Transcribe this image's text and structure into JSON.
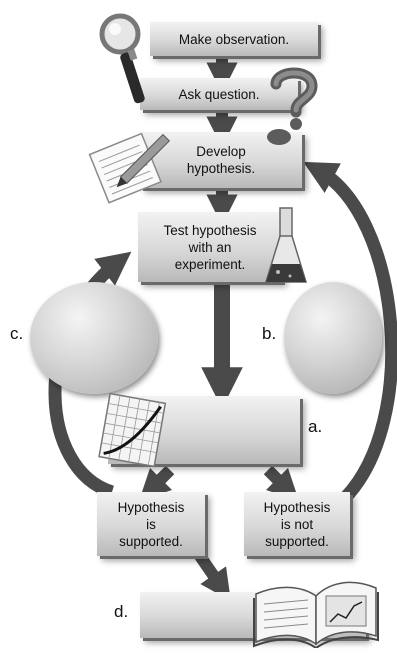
{
  "steps": {
    "observation": "Make observation.",
    "question": "Ask question.",
    "hypothesis": "Develop\nhypothesis.",
    "test": "Test hypothesis\nwith an\nexperiment.",
    "supported": "Hypothesis\nis\nsupported.",
    "not_supported": "Hypothesis\nis not\nsupported."
  },
  "labels": {
    "a": "a.",
    "b": "b.",
    "c": "c.",
    "d": "d."
  },
  "icons": [
    "magnifying-glass-icon",
    "question-mark-icon",
    "pencil-notepad-icon",
    "flask-icon",
    "data-graph-icon",
    "open-book-icon"
  ],
  "colors": {
    "arrow": "#4a4a4a",
    "box_light": "#f2f2f2",
    "box_dark": "#b9b9b9"
  }
}
